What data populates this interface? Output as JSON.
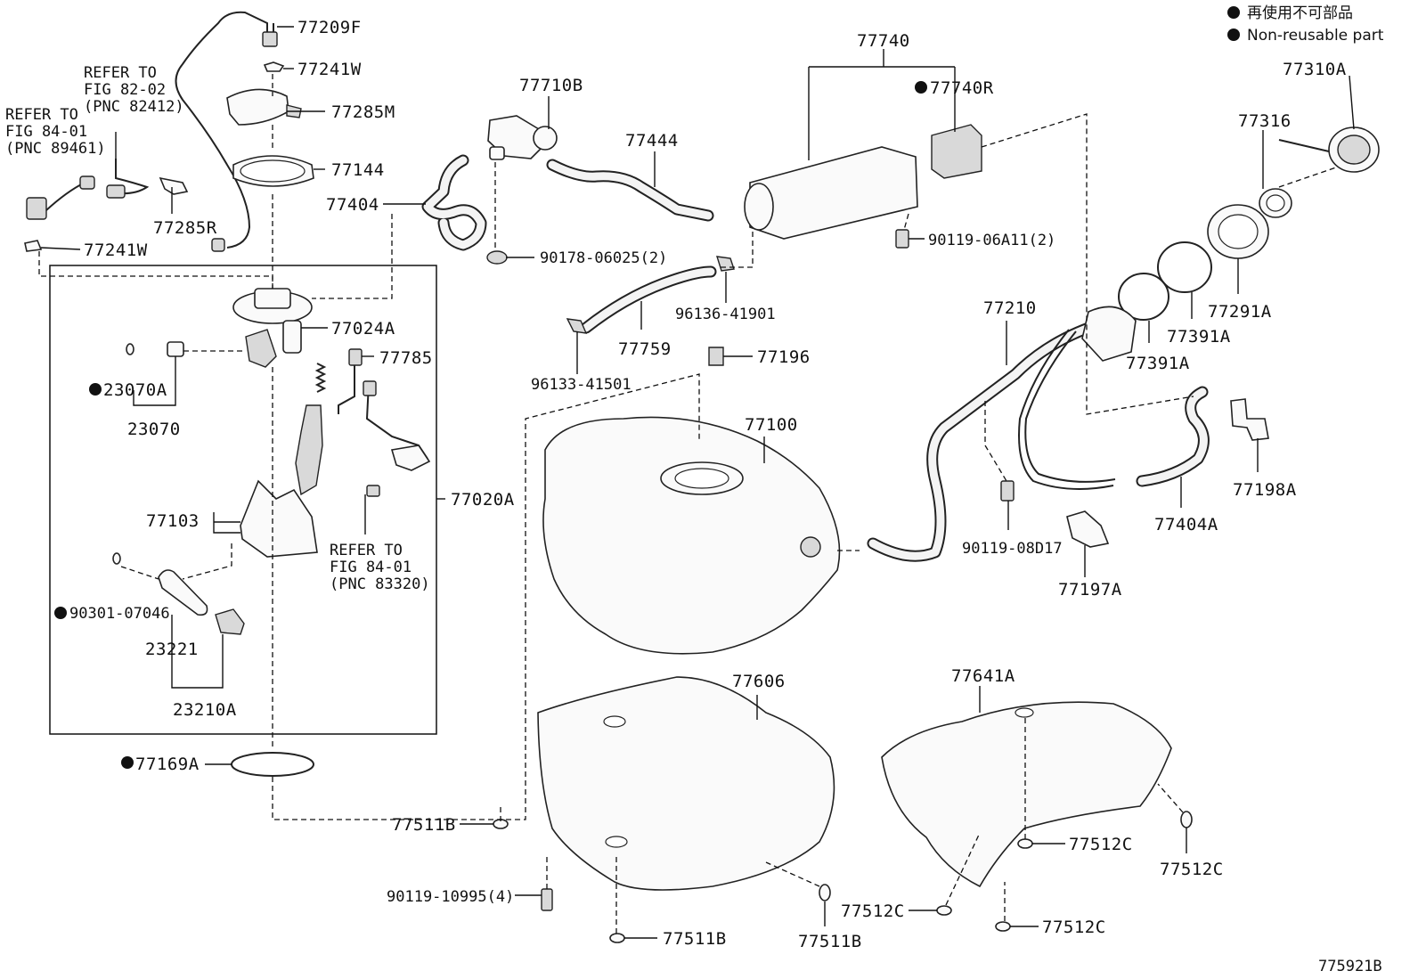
{
  "legend": {
    "jp": "再使用不可部品",
    "en": "Non-reusable part"
  },
  "figure_id": "775921B",
  "labels": {
    "p77209F": "77209F",
    "p77241W_top": "77241W",
    "p77285M": "77285M",
    "p77144": "77144",
    "p77285R": "77285R",
    "p77241W_left": "77241W",
    "p77404": "77404",
    "p77710B": "77710B",
    "p77444": "77444",
    "p77740": "77740",
    "p77740R": "77740R",
    "p90119_06A11": "90119-06A11(2)",
    "p90178_06025": "90178-06025(2)",
    "p77310A": "77310A",
    "p77316": "77316",
    "p77024A": "77024A",
    "p77785": "77785",
    "p23070A": "23070A",
    "p23070": "23070",
    "p77103": "77103",
    "p77020A": "77020A",
    "p90301_07046": "90301-07046",
    "p23221": "23221",
    "p23210A": "23210A",
    "p77169A": "77169A",
    "p96136_41901": "96136-41901",
    "p77759": "77759",
    "p96133_41501": "96133-41501",
    "p77196": "77196",
    "p77100": "77100",
    "p77210": "77210",
    "p77391A_a": "77391A",
    "p77391A_b": "77391A",
    "p77291A": "77291A",
    "p77198A": "77198A",
    "p77404A": "77404A",
    "p90119_08D17": "90119-08D17",
    "p77197A": "77197A",
    "p77606": "77606",
    "p77641A": "77641A",
    "p77511B_left": "77511B",
    "p90119_10995": "90119-10995(4)",
    "p77511B_bottom": "77511B",
    "p77511B_right": "77511B",
    "p77512C_a": "77512C",
    "p77512C_b": "77512C",
    "p77512C_c": "77512C",
    "p77512C_d": "77512C"
  },
  "references": {
    "ref_left": [
      "REFER TO",
      "FIG 84-01",
      "(PNC 89461)"
    ],
    "ref_top": [
      "REFER TO",
      "FIG 82-02",
      "(PNC 82412)"
    ],
    "ref_center": [
      "REFER TO",
      "FIG 84-01",
      "(PNC 83320)"
    ]
  }
}
